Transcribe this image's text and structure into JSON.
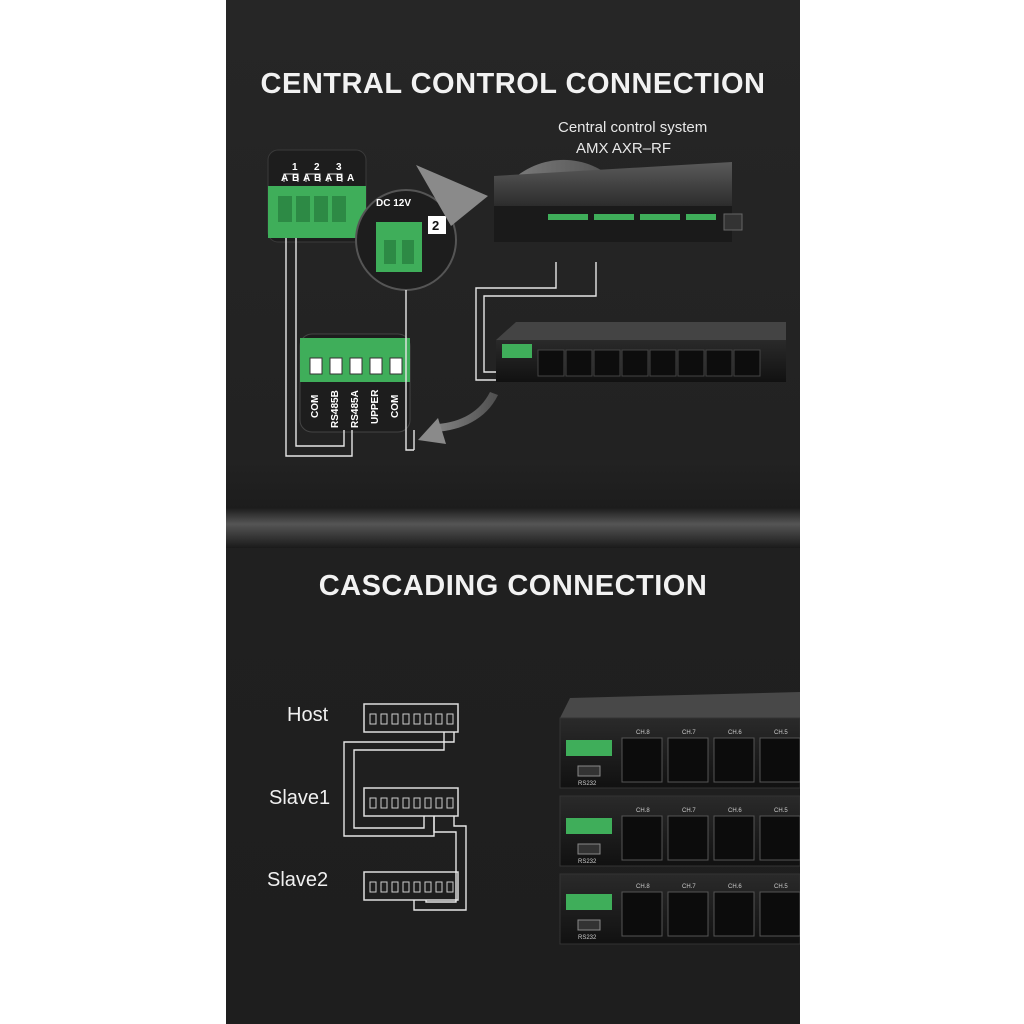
{
  "titles": {
    "central": "CENTRAL CONTROL CONNECTION",
    "cascading": "CASCADING CONNECTION"
  },
  "central_control": {
    "line1": "Central control system",
    "line2": "AMX AXR–RF"
  },
  "terminal_top": {
    "numbers": [
      "1",
      "2",
      "3"
    ],
    "letters": [
      "A",
      "B",
      "A",
      "B",
      "A",
      "B",
      "A"
    ]
  },
  "dc_label": "DC 12V",
  "port_number": "2",
  "pins": [
    "COM",
    "RS485B",
    "RS485A",
    "UPPER",
    "COM"
  ],
  "cascade_labels": [
    "Host",
    "Slave1",
    "Slave2"
  ],
  "channels": [
    "CH.8",
    "CH.7",
    "CH.6",
    "CH.5"
  ],
  "port_label": "RS232",
  "colors": {
    "terminal_green": "#3fae5a",
    "background": "#222222",
    "wire": "#e6e6e6"
  }
}
